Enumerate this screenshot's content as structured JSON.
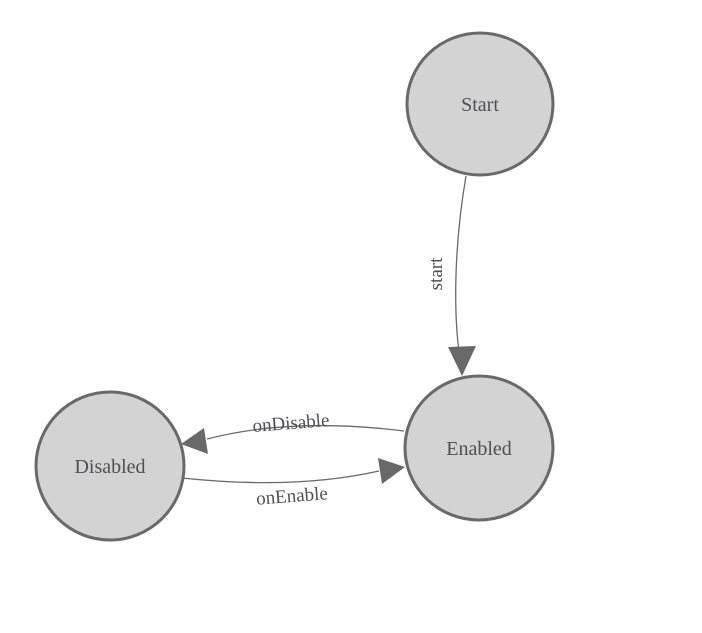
{
  "diagram": {
    "type": "state-machine",
    "colors": {
      "background": "#ffffff",
      "node_fill": "#d3d3d3",
      "node_stroke": "#696969",
      "edge_stroke": "#696969",
      "arrowhead_fill": "#696969",
      "text": "#4f4f57"
    },
    "nodes": [
      {
        "id": "start",
        "label": "Start"
      },
      {
        "id": "enabled",
        "label": "Enabled"
      },
      {
        "id": "disabled",
        "label": "Disabled"
      }
    ],
    "edges": [
      {
        "from": "start",
        "to": "enabled",
        "label": "start"
      },
      {
        "from": "enabled",
        "to": "disabled",
        "label": "onDisable"
      },
      {
        "from": "disabled",
        "to": "enabled",
        "label": "onEnable"
      }
    ]
  }
}
